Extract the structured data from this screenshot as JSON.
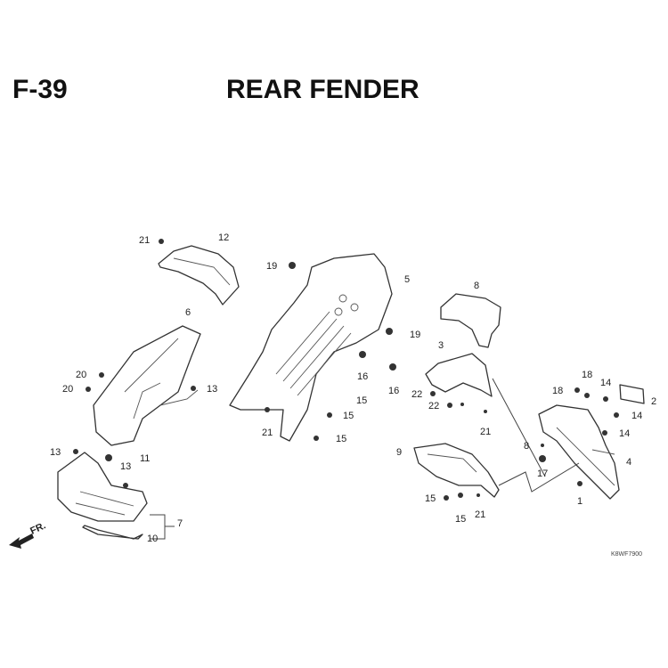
{
  "header": {
    "code": "F-39",
    "title": "REAR FENDER"
  },
  "callouts": [
    "21",
    "12",
    "19",
    "5",
    "8",
    "6",
    "19",
    "3",
    "16",
    "16",
    "20",
    "20",
    "13",
    "18",
    "14",
    "2",
    "18",
    "22",
    "22",
    "15",
    "15",
    "14",
    "21",
    "21",
    "14",
    "15",
    "8",
    "13",
    "11",
    "9",
    "17",
    "13",
    "4",
    "1",
    "15",
    "15",
    "21",
    "7",
    "10"
  ],
  "front_marker": "FR.",
  "diagram_ref": "K8WF7900"
}
